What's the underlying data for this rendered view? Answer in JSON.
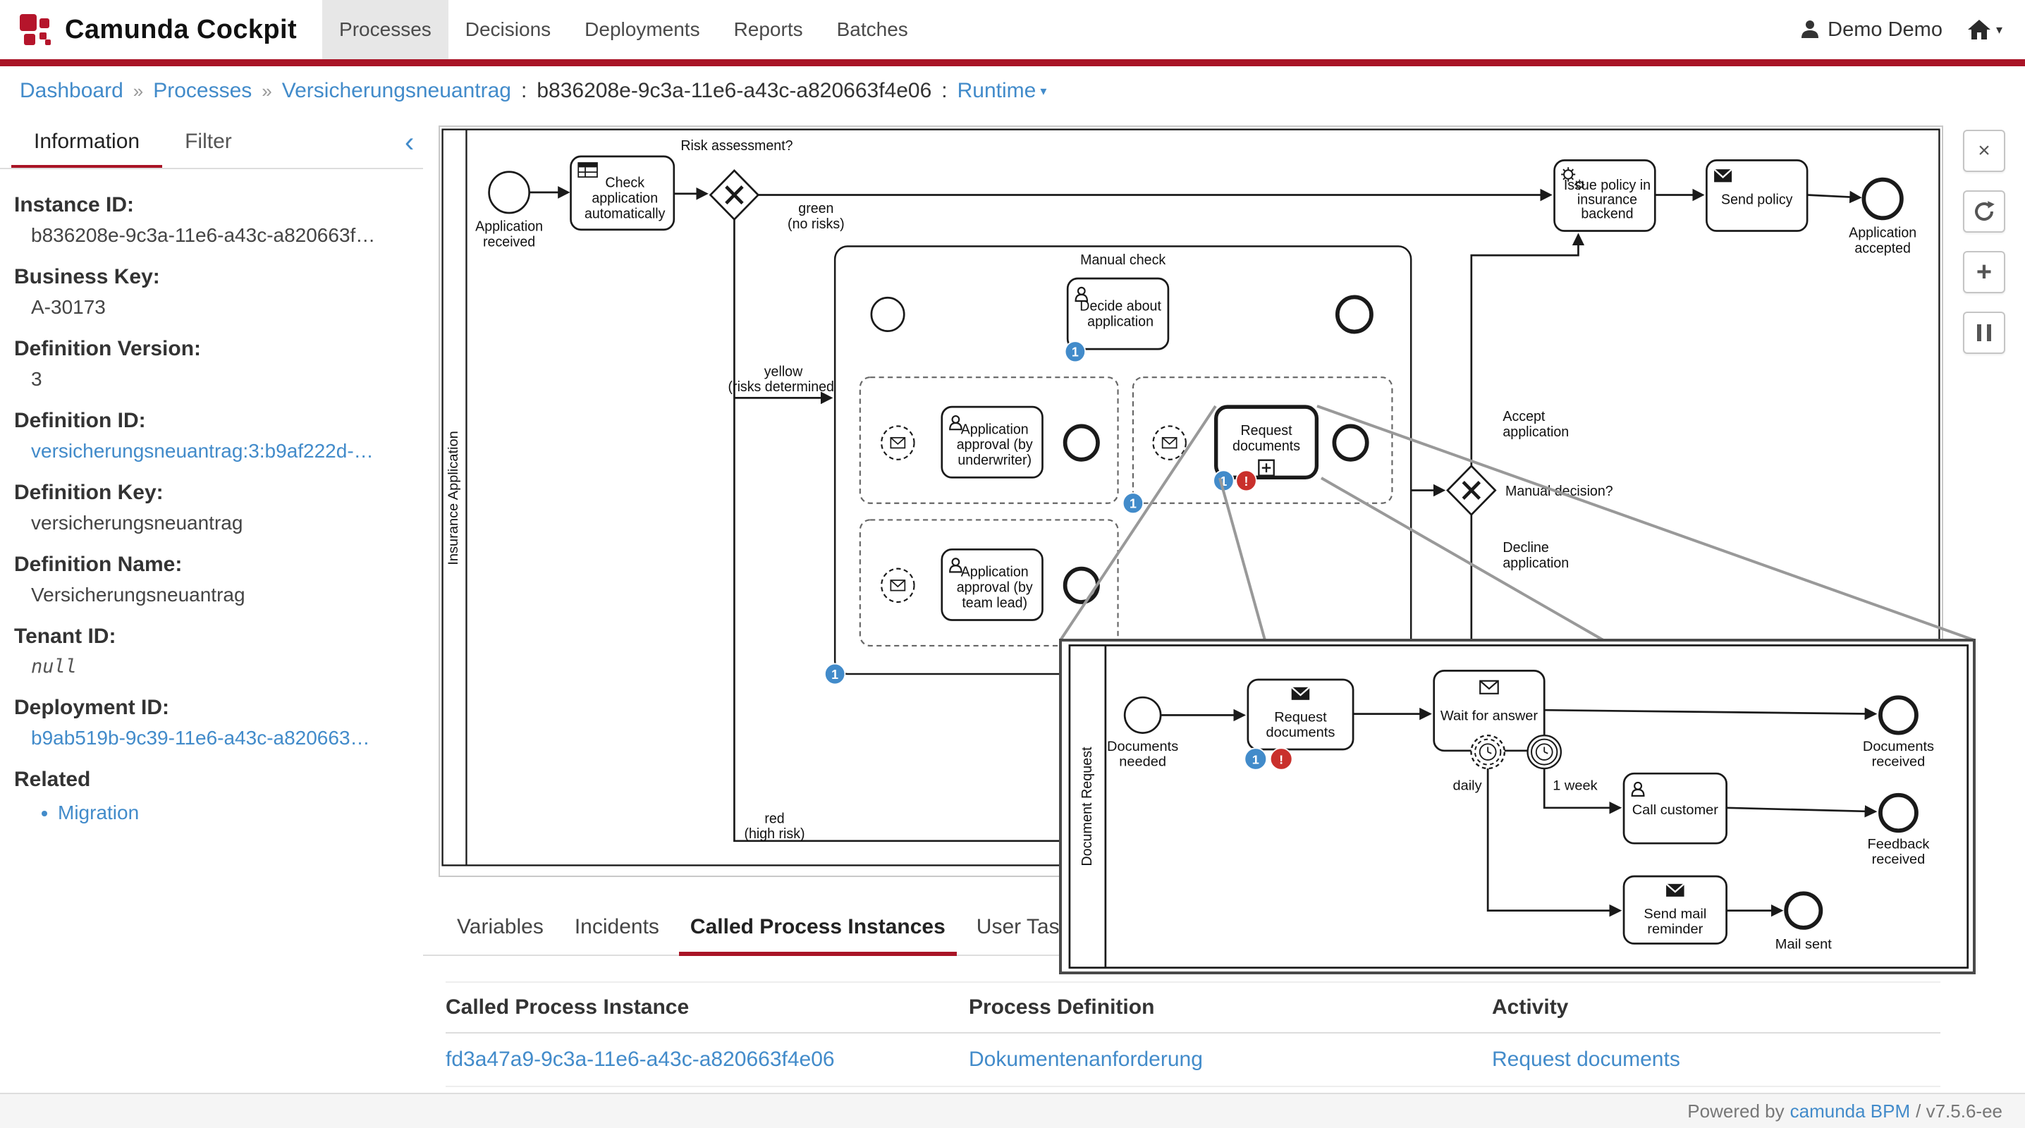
{
  "colors": {
    "brand_red": "#a91426",
    "link_blue": "#428bca",
    "badge_blue": "#428bca",
    "badge_red": "#c9302c",
    "nav_active_bg": "#e7e7e7",
    "callout_line_gray": "#999999"
  },
  "icons": {
    "close": "×",
    "add": "+",
    "collapse": "‹",
    "caret_down": "▾",
    "breadcrumb_sep": "»"
  },
  "navbar": {
    "brand": "Camunda Cockpit",
    "items": [
      {
        "label": "Processes",
        "active": true
      },
      {
        "label": "Decisions"
      },
      {
        "label": "Deployments"
      },
      {
        "label": "Reports"
      },
      {
        "label": "Batches"
      }
    ],
    "user": "Demo Demo"
  },
  "breadcrumb": {
    "dashboard": "Dashboard",
    "processes": "Processes",
    "definition": "Versicherungsneuantrag",
    "colon": ":",
    "instance": "b836208e-9c3a-11e6-a43c-a820663f4e06",
    "view": "Runtime"
  },
  "sidebar": {
    "tabs": [
      {
        "label": "Information",
        "active": true
      },
      {
        "label": "Filter"
      }
    ],
    "fields": [
      {
        "label": "Instance ID:",
        "value": "b836208e-9c3a-11e6-a43c-a820663f…"
      },
      {
        "label": "Business Key:",
        "value": "A-30173"
      },
      {
        "label": "Definition Version:",
        "value": "3"
      },
      {
        "label": "Definition ID:",
        "value": "versicherungsneuantrag:3:b9af222d-…"
      },
      {
        "label": "Definition Key:",
        "value": "versicherungsneuantrag"
      },
      {
        "label": "Definition Name:",
        "value": "Versicherungsneuantrag"
      },
      {
        "label": "Tenant ID:",
        "value": "null"
      },
      {
        "label": "Deployment ID:",
        "value": "b9ab519b-9c39-11e6-a43c-a820663…"
      }
    ],
    "related": {
      "label": "Related",
      "link": "Migration"
    }
  },
  "toolbar": {
    "buttons": [
      {
        "name": "cancel-instance"
      },
      {
        "name": "refresh"
      },
      {
        "name": "add"
      },
      {
        "name": "suspend"
      }
    ]
  },
  "badges": {
    "count": "1",
    "incident": "!"
  },
  "diagram": {
    "pool": "Insurance Application",
    "labels": {
      "app_received": [
        "Application",
        "received"
      ],
      "check_auto": [
        "Check",
        "application",
        "automatically"
      ],
      "risk": [
        "Risk assessment?"
      ],
      "green": [
        "green",
        "(no risks)"
      ],
      "issue_policy": [
        "Issue policy in",
        "insurance",
        "backend"
      ],
      "send_policy": [
        "Send policy"
      ],
      "app_accepted": [
        "Application",
        "accepted"
      ],
      "manual_check": [
        "Manual check"
      ],
      "decide": [
        "Decide about",
        "application"
      ],
      "approval_underwriter": [
        "Application",
        "approval (by",
        "underwriter)"
      ],
      "request_documents": [
        "Request",
        "documents"
      ],
      "approval_teamlead": [
        "Application",
        "approval (by",
        "team lead)"
      ],
      "yellow": [
        "yellow",
        "(risks determined)"
      ],
      "red": [
        "red",
        "(high risk)"
      ],
      "accept": [
        "Accept",
        "application"
      ],
      "manual_decision": [
        "Manual decision?"
      ],
      "decline": [
        "Decline",
        "application"
      ]
    }
  },
  "callout": {
    "pool": "Document Request",
    "labels": {
      "documents_needed": [
        "Documents",
        "needed"
      ],
      "request_documents": [
        "Request",
        "documents"
      ],
      "wait_for_answer": [
        "Wait for answer"
      ],
      "daily": [
        "daily"
      ],
      "one_week": [
        "1 week"
      ],
      "documents_received": [
        "Documents",
        "received"
      ],
      "call_customer": [
        "Call customer"
      ],
      "feedback_received": [
        "Feedback",
        "received"
      ],
      "send_mail": [
        "Send mail",
        "reminder"
      ],
      "mail_sent": [
        "Mail sent"
      ]
    }
  },
  "tabs": [
    {
      "label": "Variables"
    },
    {
      "label": "Incidents"
    },
    {
      "label": "Called Process Instances",
      "active": true
    },
    {
      "label": "User Tasks"
    }
  ],
  "table": {
    "headers": [
      "Called Process Instance",
      "Process Definition",
      "Activity"
    ],
    "rows": [
      {
        "instance": "fd3a47a9-9c3a-11e6-a43c-a820663f4e06",
        "definition": "Dokumentenanforderung",
        "activity": "Request documents"
      }
    ]
  },
  "footer": {
    "powered": "Powered by",
    "link": "camunda BPM",
    "version": "/ v7.5.6-ee"
  }
}
